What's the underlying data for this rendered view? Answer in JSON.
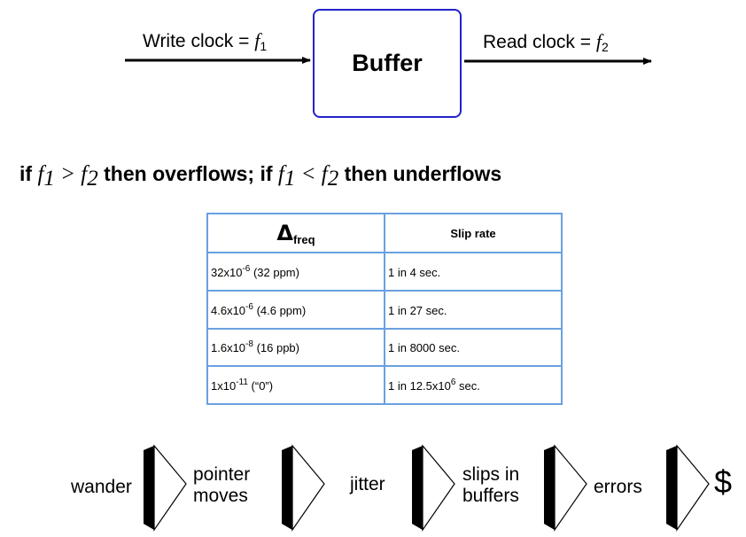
{
  "diagram": {
    "buffer_label": "Buffer",
    "write_clock_prefix": "Write clock = ",
    "write_clock_var": "f",
    "write_clock_sub": "1",
    "read_clock_prefix": "Read clock = ",
    "read_clock_var": "f",
    "read_clock_sub": "2"
  },
  "condition": {
    "w1": "if ",
    "a_var": "f",
    "a_sub": "1",
    "op1": " > ",
    "b_var": "f",
    "b_sub": "2",
    "w2": " then overflows; if ",
    "c_var": "f",
    "c_sub": "1",
    "op2": " < ",
    "d_var": "f",
    "d_sub": "2",
    "w3": " then underflows"
  },
  "table": {
    "header_freq_symbol": "Δ",
    "header_freq_sub": "freq",
    "header_slip": "Slip rate",
    "rows": [
      {
        "freq_base": "32x10",
        "freq_exp": "-6",
        "freq_rest": " (32 ppm)",
        "slip_base": "1 in 4 sec.",
        "slip_exp": "",
        "slip_rest": ""
      },
      {
        "freq_base": "4.6x10",
        "freq_exp": "-6",
        "freq_rest": " (4.6 ppm)",
        "slip_base": "1 in 27 sec.",
        "slip_exp": "",
        "slip_rest": ""
      },
      {
        "freq_base": "1.6x10",
        "freq_exp": "-8",
        "freq_rest": " (16 ppb)",
        "slip_base": "1 in 8000 sec.",
        "slip_exp": "",
        "slip_rest": ""
      },
      {
        "freq_base": "1x10",
        "freq_exp": "-11",
        "freq_rest": "  (“0”)",
        "slip_base": "1 in 12.5x10",
        "slip_exp": "6",
        "slip_rest": " sec."
      }
    ]
  },
  "chain": {
    "wander": "wander",
    "pointer_1": "pointer",
    "pointer_2": "moves",
    "jitter": "jitter",
    "slips_1": "slips in",
    "slips_2": "buffers",
    "errors": "errors",
    "dollar": "$"
  },
  "colors": {
    "buffer_border": "#2222cc",
    "table_border": "#6aa0e0"
  }
}
